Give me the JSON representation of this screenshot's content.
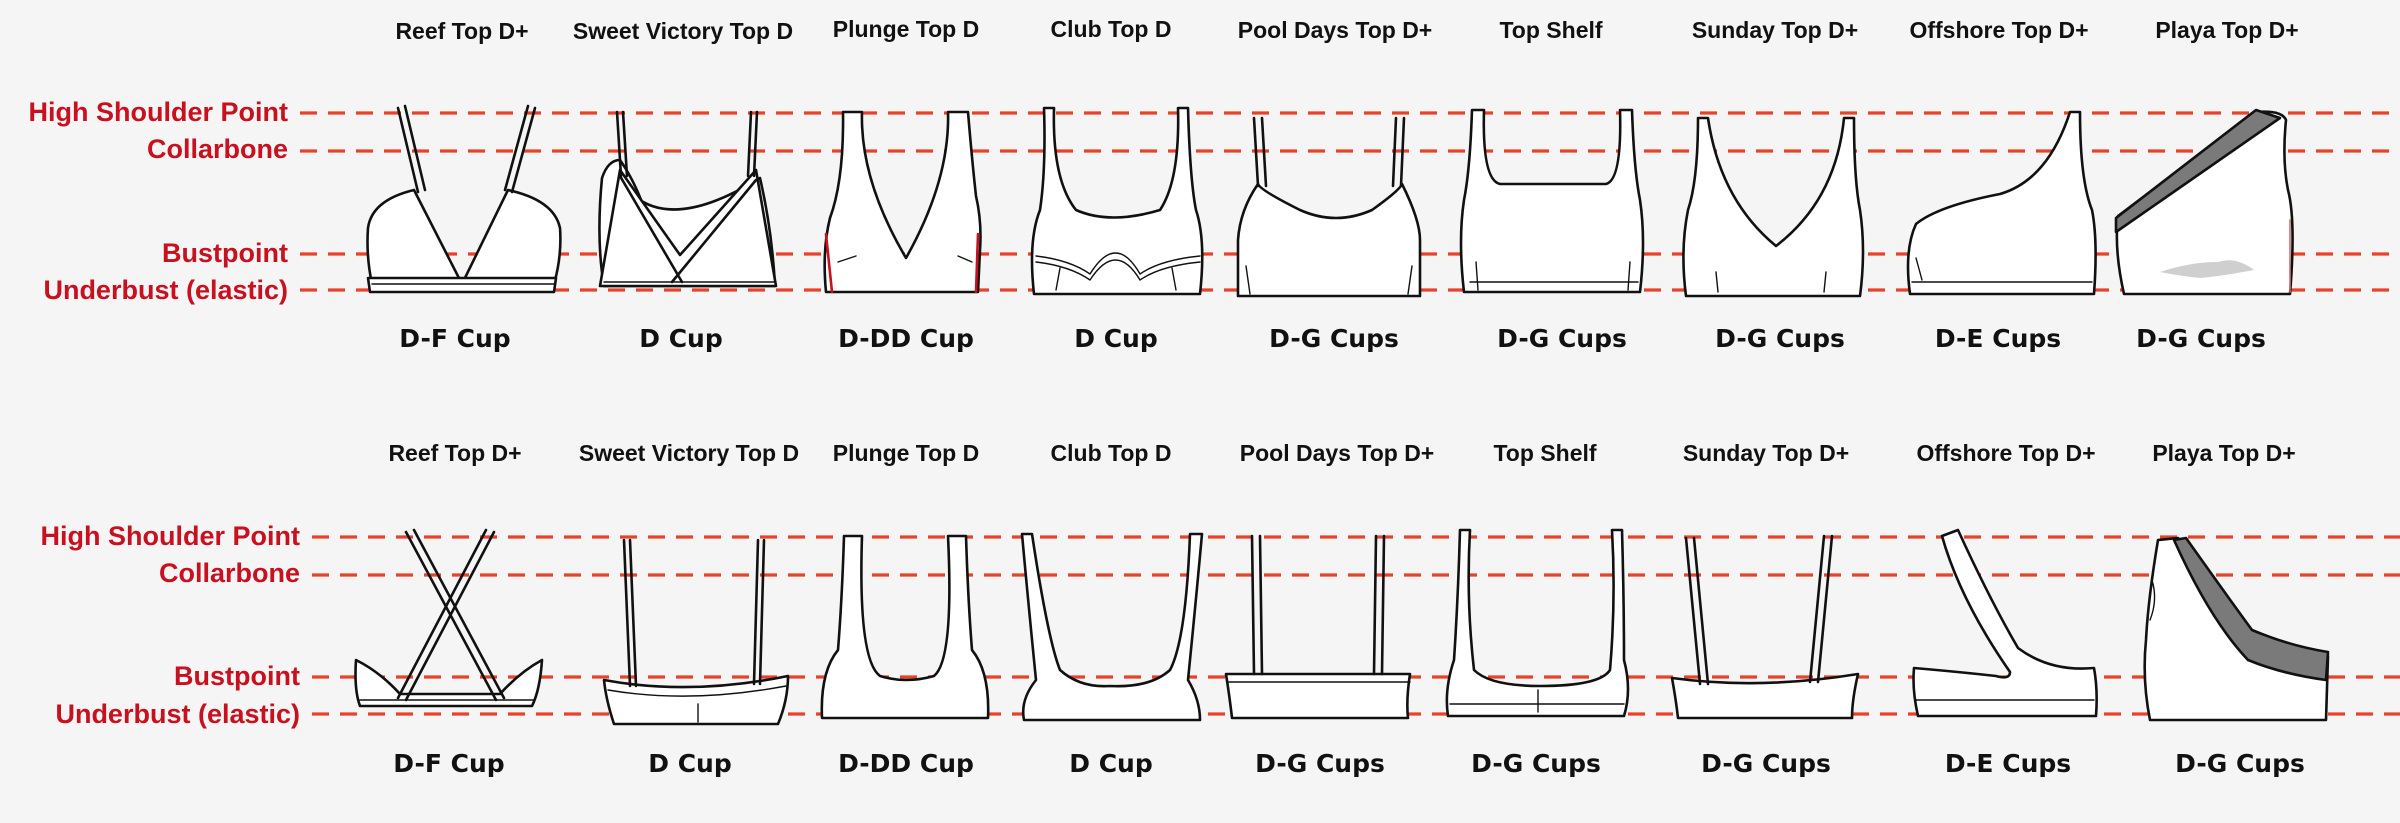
{
  "colors": {
    "guide": "#e8432a",
    "label": "#c8101e",
    "panel": "#7a7a7a",
    "outline": "#111111"
  },
  "reference_lines": [
    "High Shoulder Point",
    "Collarbone",
    "Bustpoint",
    "Underbust (elastic)"
  ],
  "rows": [
    {
      "view": "front",
      "items": [
        {
          "name": "Reef Top D+",
          "cup": "D-F Cup"
        },
        {
          "name": "Sweet Victory Top D",
          "cup": "D Cup"
        },
        {
          "name": "Plunge Top D",
          "cup": "D-DD Cup"
        },
        {
          "name": "Club Top D",
          "cup": "D Cup"
        },
        {
          "name": "Pool Days Top D+",
          "cup": "D-G Cups"
        },
        {
          "name": "Top Shelf",
          "cup": "D-G Cups"
        },
        {
          "name": "Sunday Top D+",
          "cup": "D-G Cups"
        },
        {
          "name": "Offshore Top D+",
          "cup": "D-E Cups"
        },
        {
          "name": "Playa Top D+",
          "cup": "D-G Cups"
        }
      ]
    },
    {
      "view": "back",
      "items": [
        {
          "name": "Reef Top D+",
          "cup": "D-F Cup"
        },
        {
          "name": "Sweet Victory Top D",
          "cup": "D Cup"
        },
        {
          "name": "Plunge Top D",
          "cup": "D-DD Cup"
        },
        {
          "name": "Club Top D",
          "cup": "D Cup"
        },
        {
          "name": "Pool Days Top D+",
          "cup": "D-G Cups"
        },
        {
          "name": "Top Shelf",
          "cup": "D-G Cups"
        },
        {
          "name": "Sunday Top D+",
          "cup": "D-G Cups"
        },
        {
          "name": "Offshore Top D+",
          "cup": "D-E Cups"
        },
        {
          "name": "Playa Top D+",
          "cup": "D-G Cups"
        }
      ]
    }
  ]
}
